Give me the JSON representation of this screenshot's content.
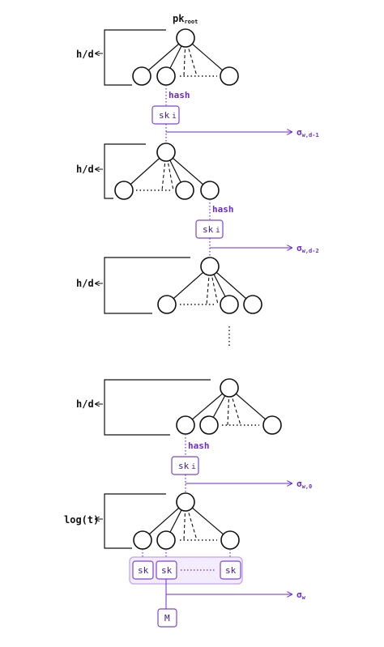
{
  "root_label": {
    "base": "pk",
    "sub": "root"
  },
  "level_labels": {
    "hd": "h/d",
    "log": "log(t)"
  },
  "hash_label": "hash",
  "sk_i": {
    "base": "sk",
    "sub": "i"
  },
  "sk": "sk",
  "message": "M",
  "sigmas": {
    "d1": {
      "base": "σ",
      "sub": "w,d-1"
    },
    "d2": {
      "base": "σ",
      "sub": "w,d-2"
    },
    "zero": {
      "base": "σ",
      "sub": "w,0"
    },
    "w": {
      "base": "σ",
      "sub": "w"
    }
  },
  "colors": {
    "accent": "#6a2bd1",
    "ink": "#111111"
  }
}
